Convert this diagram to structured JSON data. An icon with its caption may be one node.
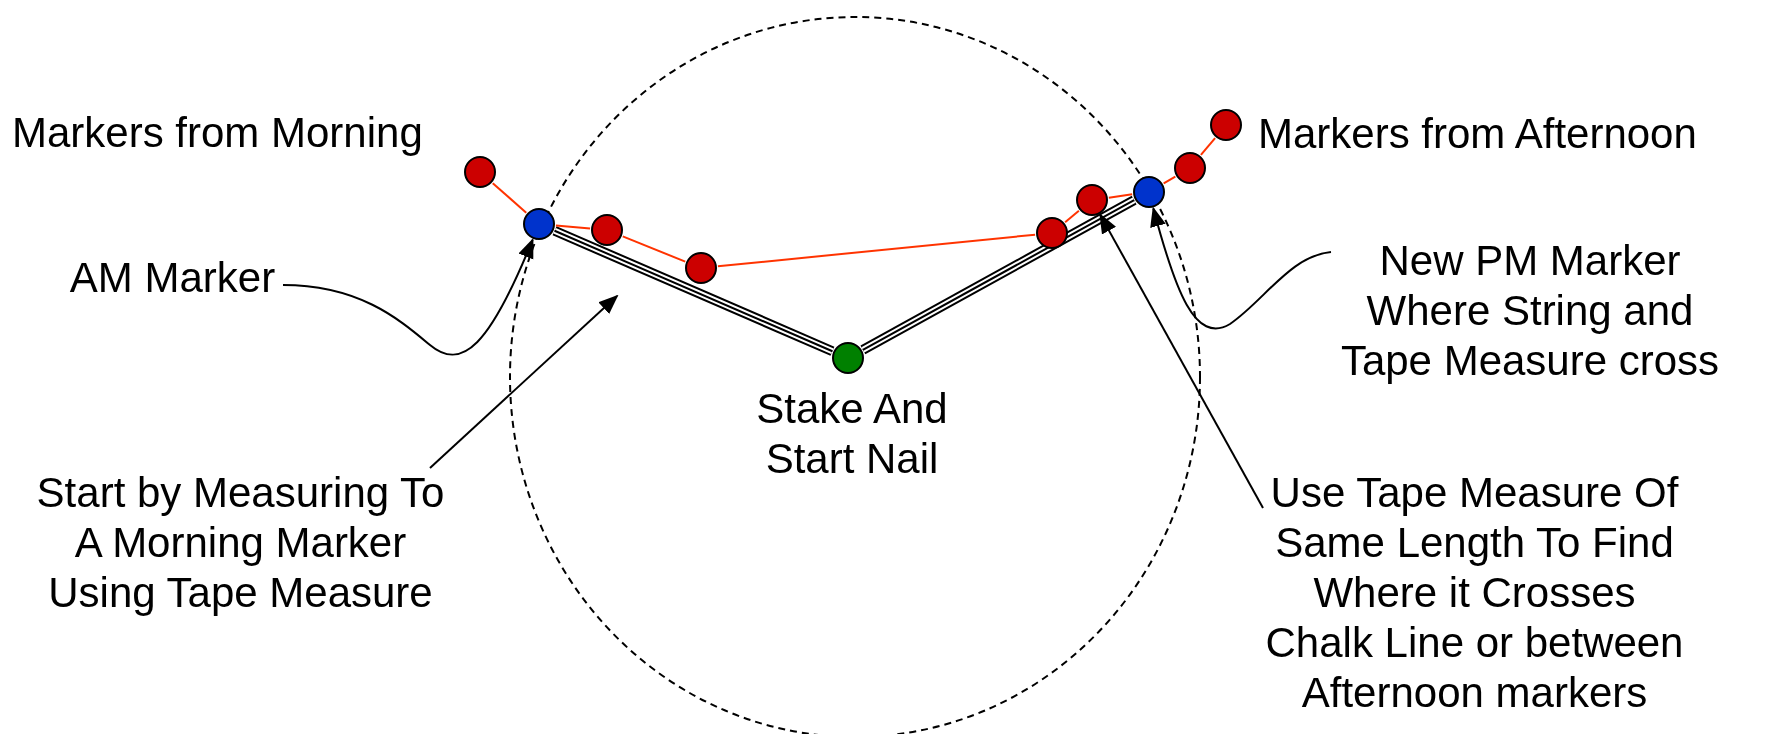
{
  "diagram": {
    "nodes": [
      {
        "text": [
          "AM Marker"
        ]
      },
      {
        "text": [
          "New PM Marker Where String and Tape Measure cross"
        ]
      },
      {
        "text": [
          "Start by Measuring To A Morning Marker Using Tape Measure"
        ]
      },
      {
        "text": [
          "Use Tape Measure Of Same Length To Find Where it Crosses Chalk Line or between Afternoon markers"
        ]
      },
      {
        "text": [],
        "shape": "circle"
      },
      {
        "text": [],
        "shape": "circle"
      },
      {
        "text": [],
        "shape": "circle"
      },
      {
        "text": [],
        "shape": "circle"
      },
      {
        "text": [],
        "shape": "circle",
        "beside": [
          "Stake And Start Nail"
        ]
      },
      {
        "text": [],
        "shape": "circle"
      },
      {
        "text": [],
        "shape": "circle"
      },
      {
        "text": [],
        "shape": "circle"
      },
      {
        "text": [],
        "shape": "circle"
      },
      {
        "text": [],
        "shape": "circle"
      }
    ],
    "edges": [
      {
        "from": 5,
        "to": 8,
        "arrow": "none",
        "style": "thick",
        "color": "#000000"
      },
      {
        "from": 8,
        "to": 11,
        "arrow": "none",
        "style": "thick",
        "color": "#000000"
      },
      {
        "from": 4,
        "to": 5,
        "arrow": "none"
      },
      {
        "from": 5,
        "to": 6,
        "arrow": "none"
      },
      {
        "from": 6,
        "to": 7,
        "arrow": "none"
      },
      {
        "from": 7,
        "to": 9,
        "arrow": "none"
      },
      {
        "from": 9,
        "to": 10,
        "arrow": "none"
      },
      {
        "from": 10,
        "to": 11,
        "arrow": "none"
      },
      {
        "from": 11,
        "to": 12,
        "arrow": "none"
      },
      {
        "from": 12,
        "to": 13,
        "arrow": "none"
      },
      {
        "from": 0,
        "to": 5,
        "arrow": "to",
        "color": "#000000"
      },
      {
        "from": 2,
        "to": null,
        "arrow": "to",
        "color": "#000000"
      },
      {
        "from": 1,
        "to": 11,
        "arrow": "to",
        "color": "#000000"
      },
      {
        "from": 3,
        "to": 10,
        "arrow": "to",
        "color": "#000000"
      }
    ],
    "labels": [
      "Markers from Morning",
      "Markers from Afternoon"
    ]
  }
}
